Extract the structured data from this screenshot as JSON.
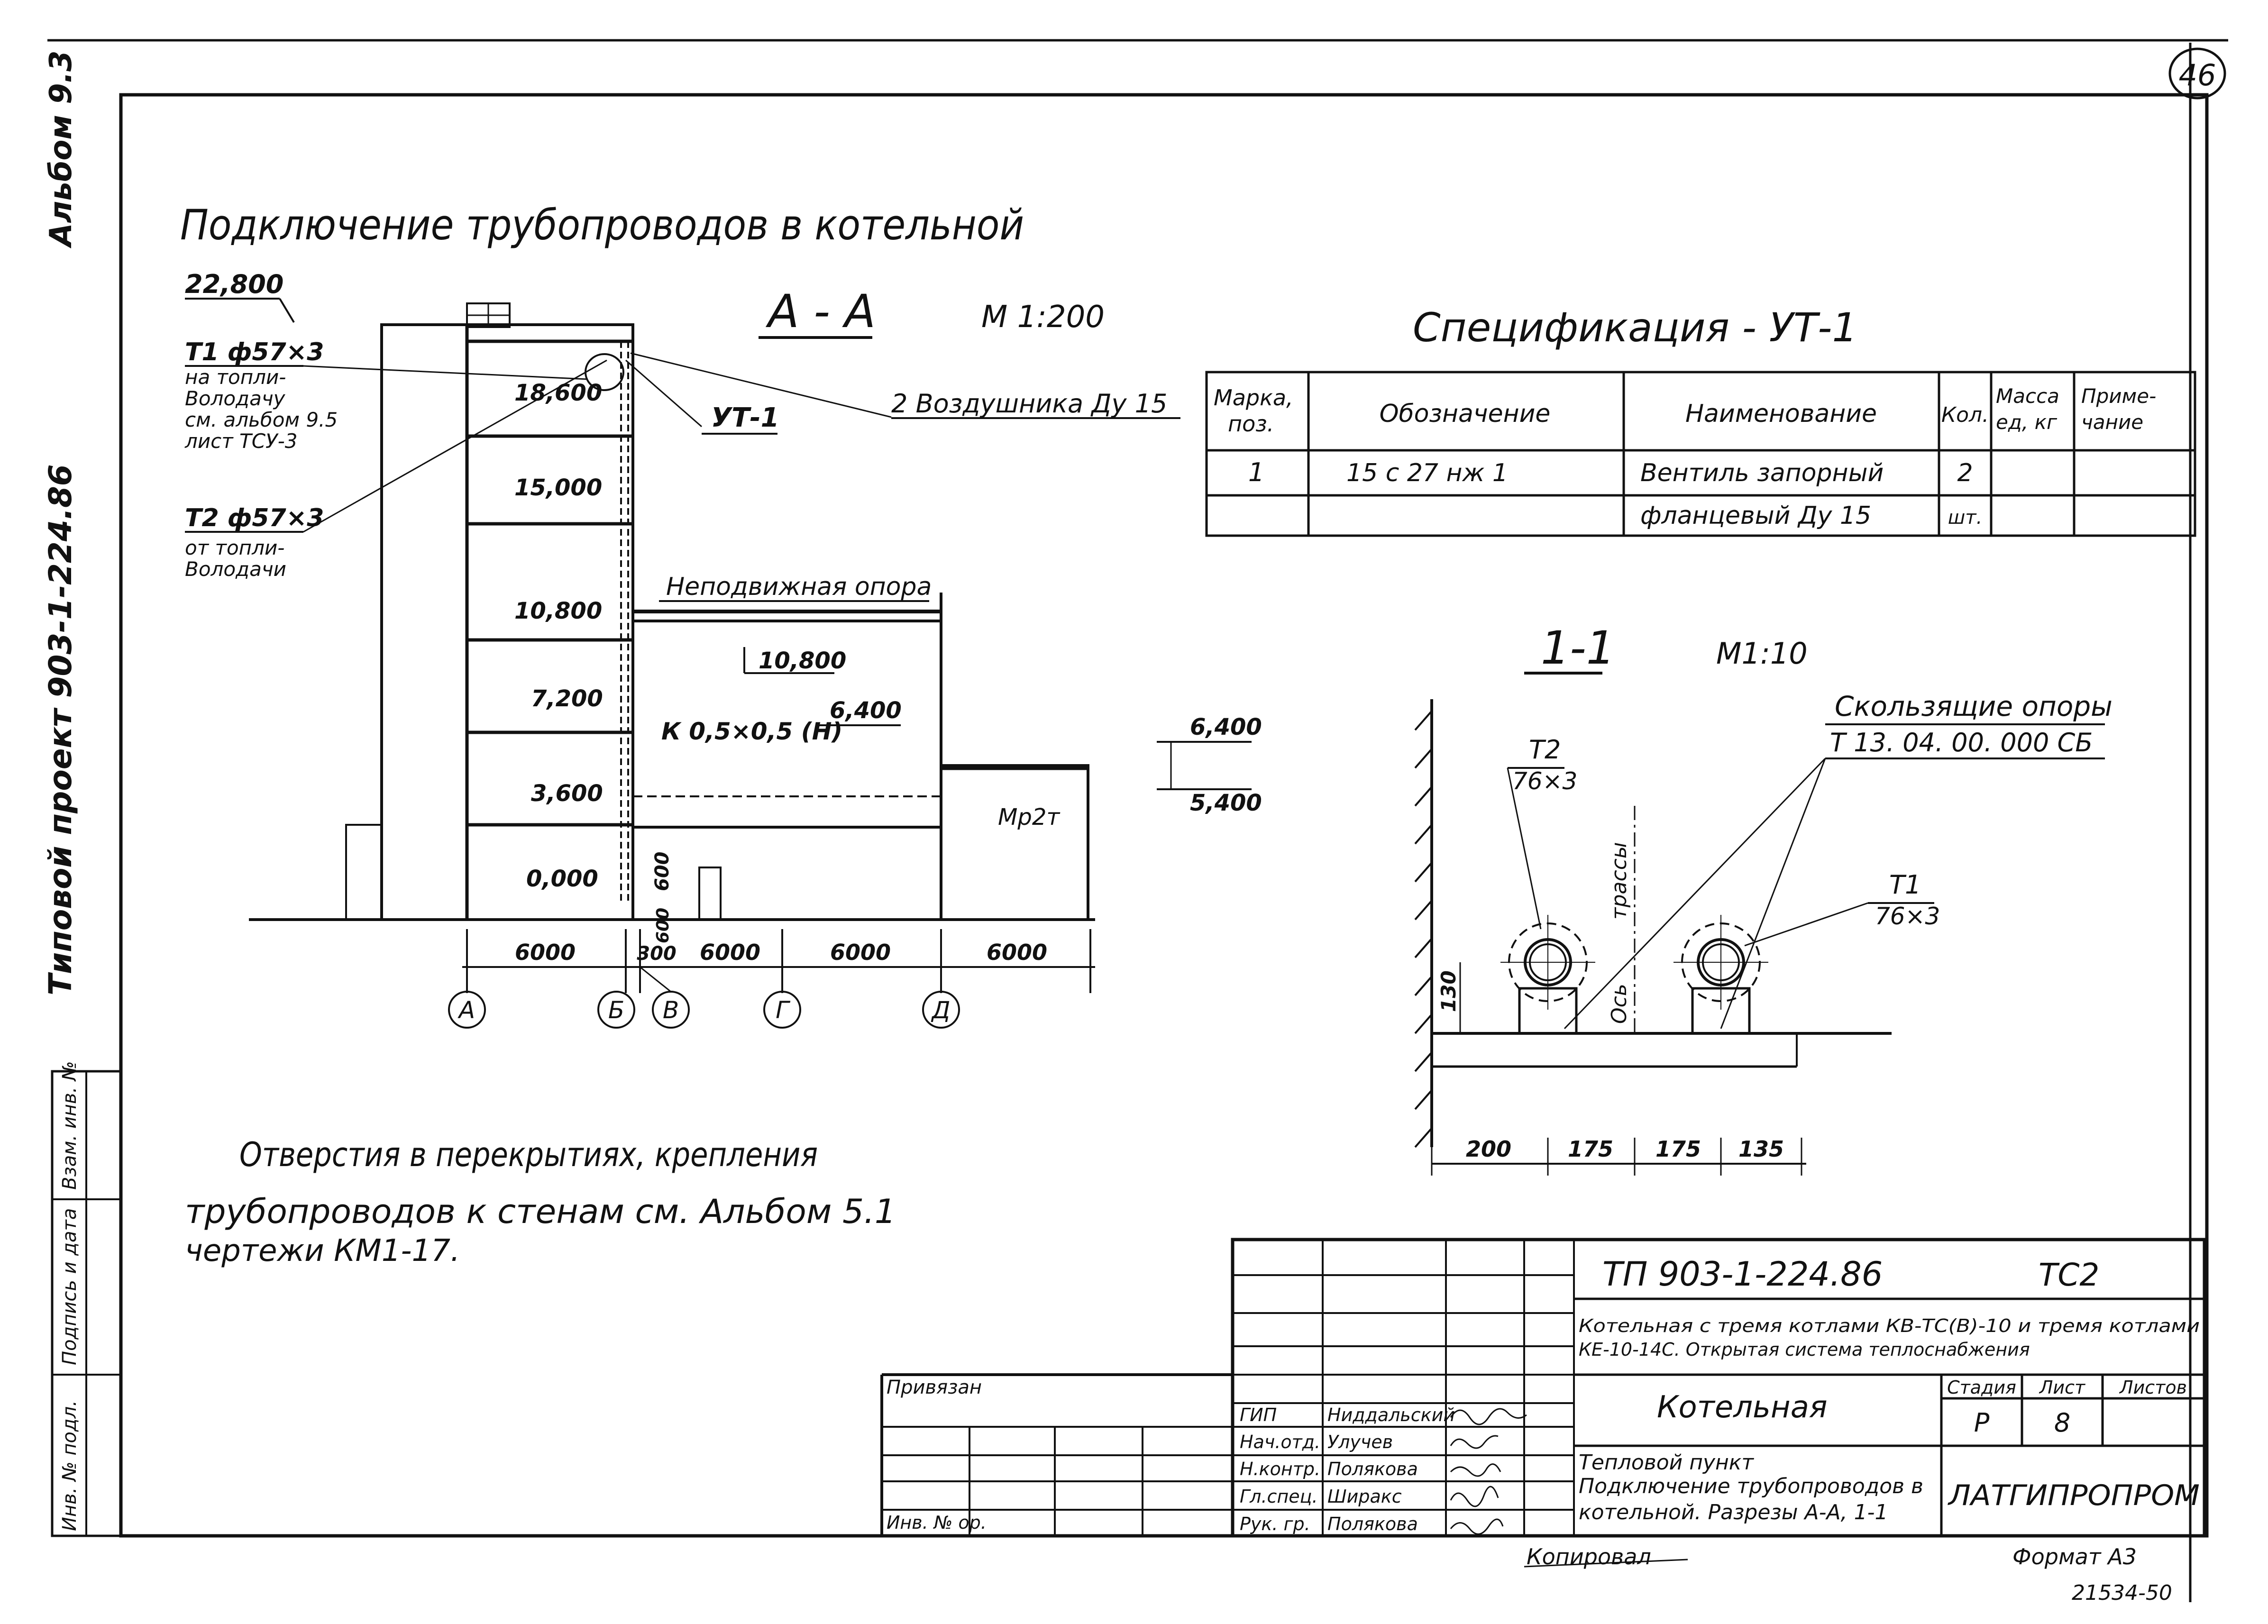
{
  "sheet_number": "46",
  "side_album": "Альбом 9.3",
  "side_project": "Типовой проект 903-1-224.86",
  "side_stamp": [
    "Инв. № подл.",
    "Подпись и дата",
    "Взам. инв. №"
  ],
  "heading": "Подключение трубопроводов в котельной",
  "section_aa": {
    "title": "А - А",
    "scale": "М 1:200",
    "level_top": "22,800",
    "pipe_t1": "Т1 ф57×3",
    "pipe_t1_note": [
      "на топли-",
      "Володачу",
      "см. альбом 9.5",
      "лист ТСУ-3"
    ],
    "pipe_t2": "Т2 ф57×3",
    "pipe_t2_note": [
      "от топли-",
      "Володачи"
    ],
    "ut_label": "УТ-1",
    "air_vents": "2 Воздушника Ду 15",
    "fixed_support": "Неподвижная опора",
    "levels_tower": [
      "18,600",
      "15,000",
      "10,800",
      "7,200",
      "3,600",
      "0,000"
    ],
    "level_hall": "10,800",
    "channel": "К 0,5×0,5 (Н)",
    "level_channel": "6,400",
    "level_right_top": "6,400",
    "level_right_bot": "5,400",
    "mr_label": "Мр2т",
    "dim_600": "600",
    "dim_600b": "600",
    "dims": [
      "6000",
      "300",
      "6000",
      "6000",
      "6000"
    ],
    "axes": [
      "А",
      "Б",
      "В",
      "Г",
      "Д"
    ]
  },
  "spec": {
    "title": "Спецификация - УТ-1",
    "headers": [
      "Марка, поз.",
      "Обозначение",
      "Наименование",
      "Кол.",
      "Масса ед, кг",
      "Приме- чание"
    ],
    "rows": [
      [
        "1",
        "15 с 27 нж 1",
        "Вентиль запорный",
        "2",
        "",
        ""
      ],
      [
        "",
        "",
        "фланцевый Ду 15",
        "шт.",
        "",
        ""
      ]
    ]
  },
  "section_11": {
    "title": "1-1",
    "scale": "М1:10",
    "sliding": "Скользящие опоры",
    "sliding_code": "Т 13. 04. 00. 000 СБ",
    "t2": "Т2",
    "t2_size": "76×3",
    "t1": "Т1",
    "t1_size": "76×3",
    "axis_text": "Ось трассы",
    "dim_h": "130",
    "dims": [
      "200",
      "175",
      "175",
      "135"
    ]
  },
  "note": [
    "Отверстия в перекрытиях, крепления",
    "трубопроводов к стенам см. Альбом 5.1",
    "чертежи КМ1-17."
  ],
  "title_block": {
    "code": "ТП 903-1-224.86",
    "mark": "ТС2",
    "desc": [
      "Котельная с тремя котлами КВ-ТС(В)-10 и тремя котлами",
      "КЕ-10-14С. Открытая система теплоснабжения"
    ],
    "object": "Котельная",
    "stage_h": "Стадия",
    "sheet_h": "Лист",
    "sheets_h": "Листов",
    "stage": "Р",
    "sheet": "8",
    "sheet_title": [
      "Тепловой пункт",
      "Подключение трубопроводов в",
      "котельной. Разрезы А-А, 1-1"
    ],
    "org": "ЛАТГИПРОПРОМ",
    "privyazan": "Привязан",
    "inv": "Инв. № ор.",
    "roles": [
      "ГИП",
      "Нач.отд.",
      "Н.контр.",
      "Гл.спец.",
      "Рук. гр."
    ],
    "names": [
      "Ниддальский",
      "Улучев",
      "Полякова",
      "Шиpакс",
      "Полякова"
    ],
    "copied": "Копировал",
    "format": "Формат А3",
    "number": "21534-50"
  }
}
